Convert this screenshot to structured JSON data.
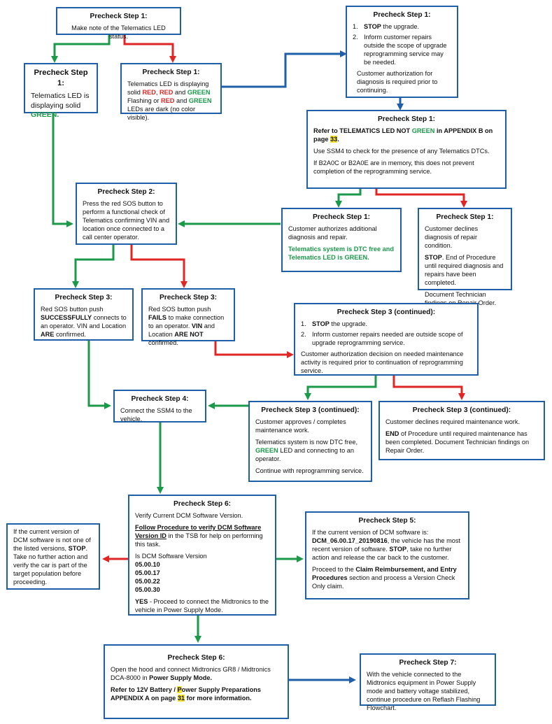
{
  "colors": {
    "border": "#1f5fa8",
    "green": "#1a9a48",
    "red": "#e02525",
    "blue": "#1f5fa8",
    "highlight": "#f7e233"
  },
  "s1": {
    "title": "Precheck Step 1:",
    "text": "Make note of the Telematics LED status."
  },
  "s1a": {
    "title": "Precheck Step 1:",
    "l1": "Telematics LED is",
    "l2": "displaying solid",
    "green": "GREEN",
    "dot": "."
  },
  "s1b": {
    "title": "Precheck Step 1:",
    "t1": "Telematics LED is displaying",
    "t2": "solid ",
    "red1": "RED",
    "c1": ", ",
    "red2": "RED",
    "and1": " and ",
    "green1": "GREEN",
    "t3": "Flashing or ",
    "red3": "RED",
    "and2": " and ",
    "green2": "GREEN",
    "t4": "LEDs are dark (no color visible)."
  },
  "s1stop": {
    "title": "Precheck Step 1:",
    "n1": "1.",
    "stop": "STOP",
    "i1": " the upgrade.",
    "n2": "2.",
    "i2": "Inform customer repairs outside the scope of upgrade reprogramming service may be needed.",
    "p": "Customer authorization for diagnosis is required prior to continuing."
  },
  "s1ref": {
    "title": "Precheck Step 1:",
    "a": "Refer to TELEMATICS LED NOT ",
    "green": "GREEN",
    "b": " in APPENDIX B on page ",
    "page": "33",
    "dot": ".",
    "p2": "Use SSM4 to check for the presence of any Telematics DTCs.",
    "p3": "If B2A0C or B2A0E are  in memory, this does not prevent completion of the reprogramming service."
  },
  "s1auth": {
    "title": "Precheck Step 1:",
    "p1": "Customer authorizes additional diagnosis and repair.",
    "p2": "Telematics system is DTC free and Telematics LED is GREEN."
  },
  "s1dec": {
    "title": "Precheck Step 1:",
    "p1": "Customer declines diagnosis of repair condition.",
    "stop": "STOP",
    "p2": ". End of Procedure until required diagnosis and repairs have been completed.",
    "p3": "Document Technician findings on Repair Order."
  },
  "s2": {
    "title": "Precheck Step 2:",
    "text": "Press the red SOS button to perform a functional check of Telematics confirming VIN and location once connected to a call center operator."
  },
  "s3ok": {
    "title": "Precheck Step 3:",
    "a": "Red SOS button push ",
    "b": "SUCCESSFULLY",
    "c": " connects to an operator. VIN and Location ",
    "d": "ARE",
    "e": " confirmed."
  },
  "s3fail": {
    "title": "Precheck Step 3:",
    "a": "Red SOS button push ",
    "b": "FAILS",
    "c": " to make connection to an operator. ",
    "d": "VIN",
    "e": " and Location ",
    "f": "ARE NOT",
    "g": " confirmed."
  },
  "s3c": {
    "title": "Precheck Step 3 (continued):",
    "n1": "1.",
    "stop": "STOP",
    "i1": " the upgrade.",
    "n2": "2.",
    "i2": "Inform customer repairs needed are outside scope of upgrade reprogramming service.",
    "p": "Customer authorization decision on needed maintenance activity is required prior to continuation of reprogramming service."
  },
  "s3app": {
    "title": "Precheck Step 3 (continued):",
    "p1": "Customer approves / completes maintenance work.",
    "p2a": "Telematics system is now DTC free, ",
    "green": "GREEN",
    "p2b": " LED and connecting to an operator.",
    "p3": "Continue with reprogramming service."
  },
  "s3dec": {
    "title": "Precheck Step 3 (continued):",
    "p1": "Customer declines required maintenance work.",
    "end": "END",
    "p2": " of Procedure until required maintenance has been completed. Document Technician findings on Repair Order."
  },
  "s4": {
    "title": "Precheck Step 4:",
    "text": "Connect the SSM4 to the vehicle."
  },
  "s6": {
    "title": "Precheck Step 6:",
    "p1": "Verify Current DCM Software Version.",
    "link": "Follow Procedure to verify DCM Software Version ID",
    "p2": " in the TSB for help on performing this task.",
    "q": "Is DCM Software Version",
    "v": [
      "05.00.10",
      "05.00.17",
      "05.00.22",
      "05.00.30"
    ],
    "yes": "YES",
    "p3": " - Proceed to connect the Midtronics to the vehicle in Power Supply Mode."
  },
  "left": {
    "a": "If the current version of DCM software is not one of the listed versions, ",
    "stop": "STOP",
    "b": ".  Take no further action and verify the car is part of the target population before proceeding."
  },
  "s5": {
    "title": "Precheck Step 5:",
    "a": "If the current version of DCM software is: ",
    "ver": "DCM_06.00.17_20190816",
    "b": ", the vehicle has the most recent version of software. ",
    "stop": "STOP",
    "c": ", take no further action and release the car back to the customer.",
    "d": "Proceed to the ",
    "claim": "Claim Reimbursement, and Entry Procedures",
    "e": " section and process a Version Check Only claim."
  },
  "s6b": {
    "title": "Precheck Step 6:",
    "a": "Open the hood and connect Midtronics GR8 / Midtronics DCA-8000 in ",
    "psm": "Power Supply Mode.",
    "r1": "Refer to 12V Battery / ",
    "p": "P",
    "r2": "ower Supply Preparations APPENDIX A on page ",
    "page": "31",
    "r3": " for more information."
  },
  "s7": {
    "title": "Precheck Step 7:",
    "text": "With the vehicle connected to the Midtronics equipment in Power Supply mode and battery voltage stabilized, continue procedure on Reflash Flashing Flowchart."
  }
}
